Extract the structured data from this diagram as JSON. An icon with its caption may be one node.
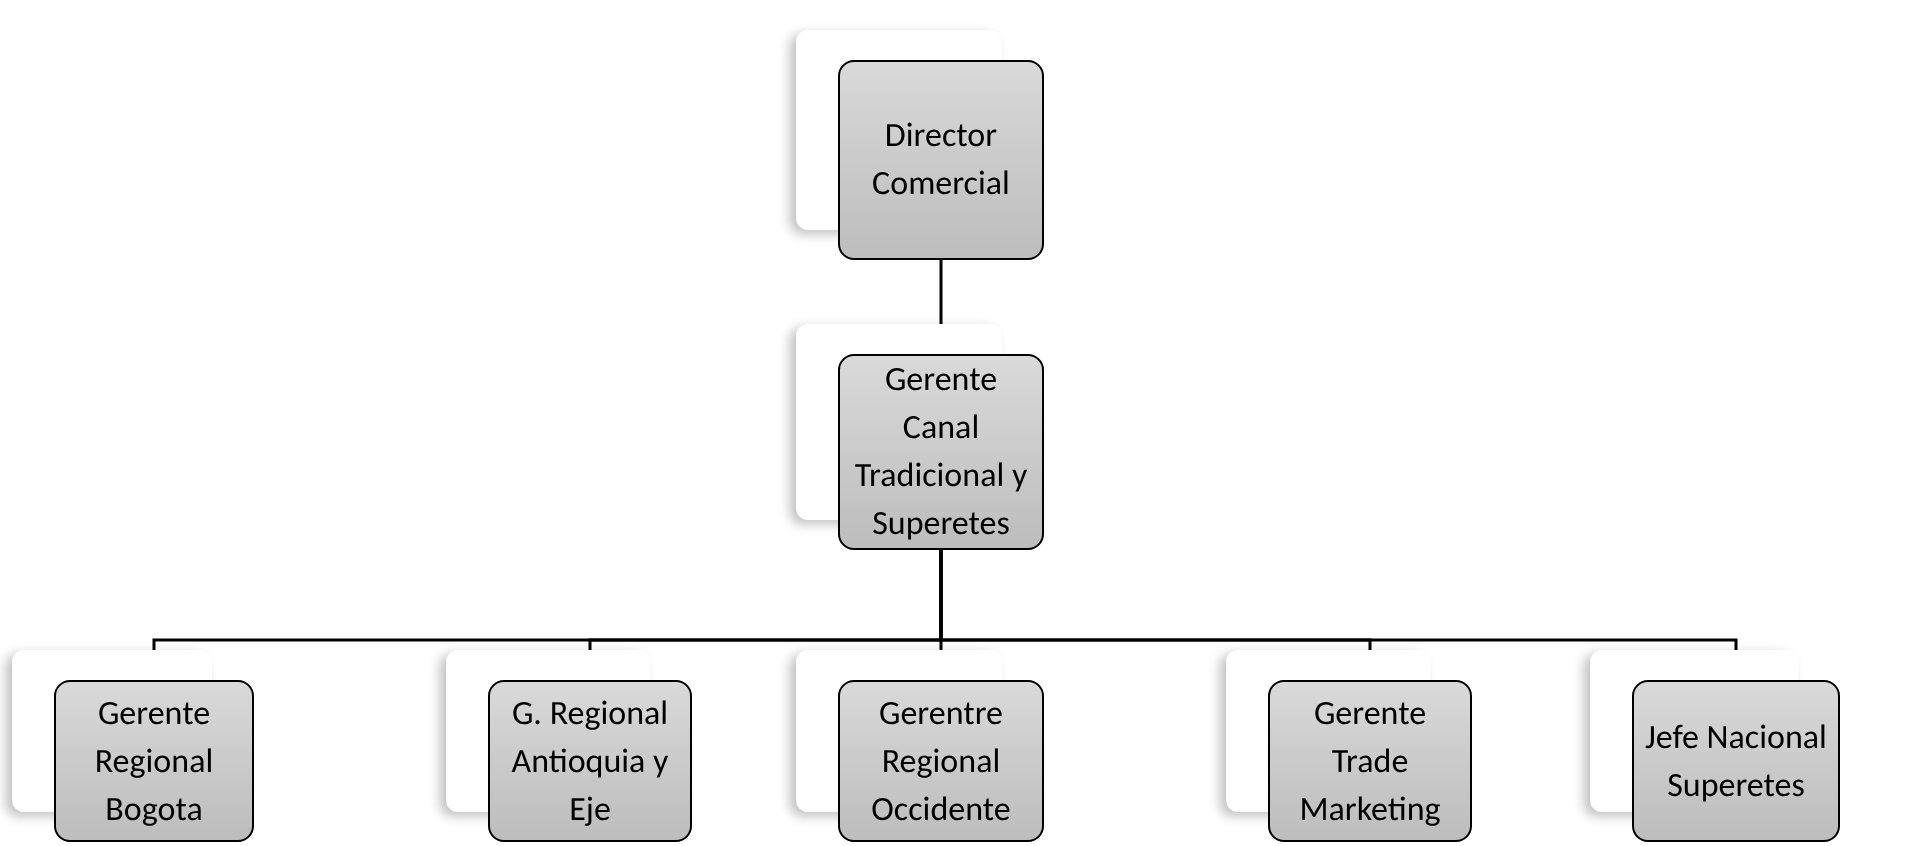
{
  "diagram": {
    "nodes": [
      {
        "text": [
          "Director Comercial"
        ]
      },
      {
        "text": [
          "Gerente Canal Tradicional y Superetes"
        ]
      },
      {
        "text": [
          "Gerente Regional Bogota"
        ]
      },
      {
        "text": [
          "G. Regional Antioquia y Eje"
        ]
      },
      {
        "text": [
          "Gerentre Regional Occidente"
        ]
      },
      {
        "text": [
          "Gerente Trade Marketing"
        ]
      },
      {
        "text": [
          "Jefe Nacional Superetes"
        ]
      }
    ],
    "edges": [
      {
        "from": 0,
        "to": 1,
        "arrow": "none"
      },
      {
        "from": 1,
        "to": 2,
        "arrow": "none"
      },
      {
        "from": 1,
        "to": 3,
        "arrow": "none"
      },
      {
        "from": 1,
        "to": 4,
        "arrow": "none"
      },
      {
        "from": 1,
        "to": 5,
        "arrow": "none"
      },
      {
        "from": 1,
        "to": 6,
        "arrow": "none"
      }
    ]
  }
}
